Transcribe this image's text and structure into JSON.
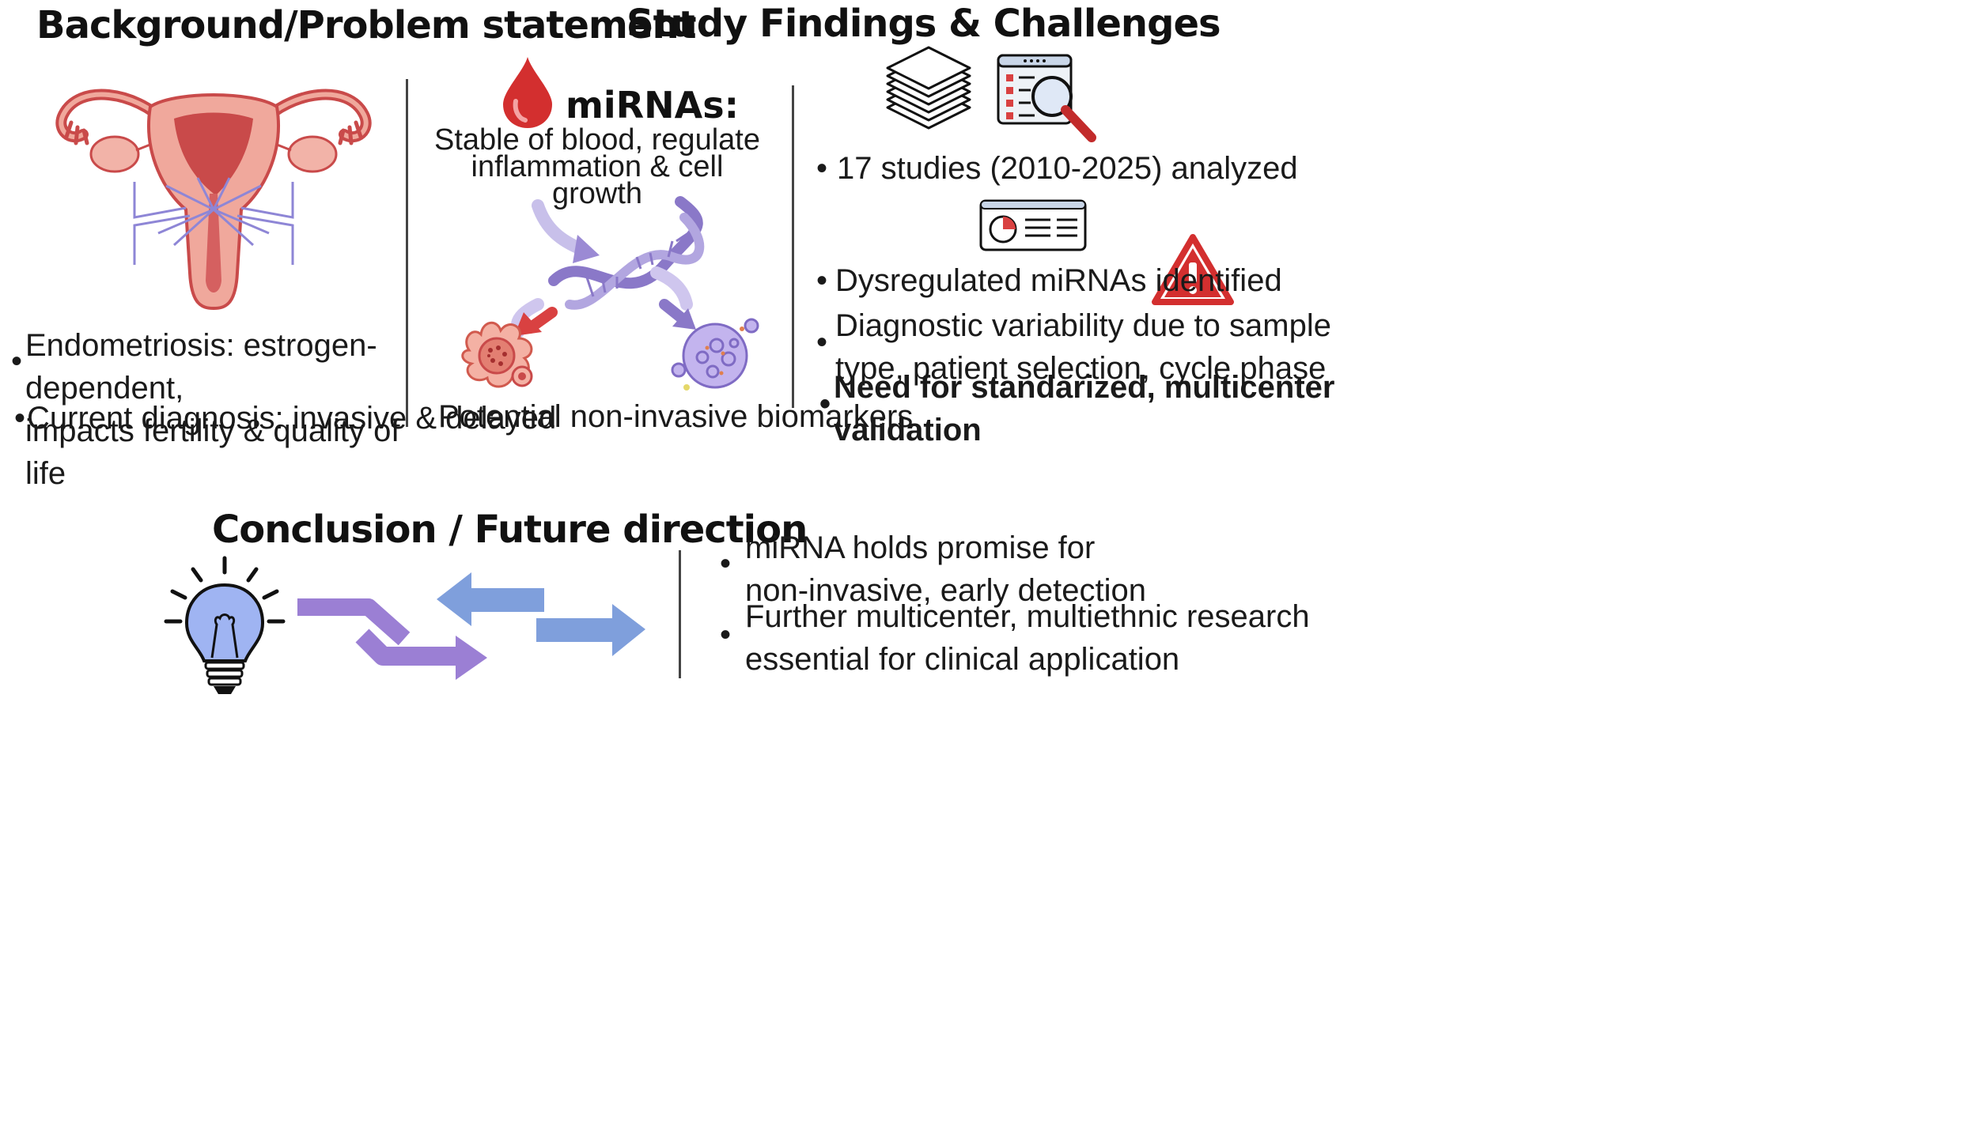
{
  "sections": {
    "background": {
      "title": "Background/Problem statement",
      "bullets": [
        "Endometriosis: estrogen-dependent, impacts fertility & quality of life",
        "Current diagnosis: invasive & delayed"
      ],
      "bullet_lines": [
        [
          "Endometriosis: estrogen-dependent,",
          "impacts fertility & quality of life"
        ],
        [
          "Current diagnosis: invasive & delayed"
        ]
      ]
    },
    "mirna": {
      "heading": "miRNAs:",
      "description_lines": [
        "Stable of blood, regulate",
        "inflammation & cell growth"
      ],
      "caption": "Potential non-invasive biomarkers"
    },
    "findings": {
      "title": "Study Findings & Challenges",
      "items": [
        {
          "lines": [
            "17 studies (2010-2025) analyzed"
          ],
          "bold": false
        },
        {
          "lines": [
            "Dysregulated miRNAs identified"
          ],
          "bold": false
        },
        {
          "lines": [
            "Diagnostic variability due to sample",
            "type, patient selection, cycle phase"
          ],
          "bold": false
        },
        {
          "lines": [
            "Need for standarized, multicenter",
            "validation"
          ],
          "bold": true
        }
      ]
    },
    "conclusion": {
      "title": "Conclusion / Future direction",
      "items": [
        {
          "lines": [
            "miRNA holds promise for",
            "non-invasive, early detection"
          ]
        },
        {
          "lines": [
            "Further multicenter, multiethnic research",
            "essential for clinical application"
          ]
        }
      ]
    }
  },
  "bullet_symbol": "•",
  "icons": [
    "uterus-icon",
    "blood-drop-icon",
    "dna-icon",
    "tumor-cell-icon",
    "vesicle-cell-icon",
    "stacked-papers-icon",
    "document-search-icon",
    "report-chart-icon",
    "warning-icon",
    "lightbulb-icon",
    "exchange-arrows-icon"
  ],
  "colors": {
    "uterus": "#e8968a",
    "uterus_dark": "#c94a4a",
    "blood": "#d32f2f",
    "dna": "#8a78c8",
    "warning": "#d32f2f",
    "arrow_purple": "#9b7fd4",
    "arrow_blue": "#7f9fdc",
    "bulb": "#9fb4f2"
  }
}
